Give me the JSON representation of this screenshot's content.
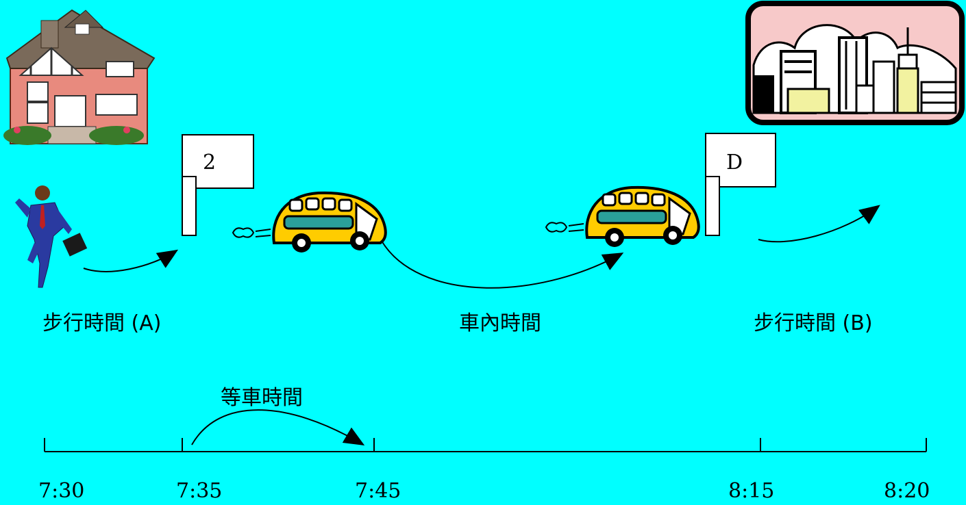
{
  "stop_signs": {
    "origin": "2",
    "destination": "D"
  },
  "labels": {
    "walk_a": "步行時間 (A)",
    "in_vehicle": "車內時間",
    "walk_b": "步行時間 (B)",
    "wait": "等車時間"
  },
  "timeline": {
    "ticks": [
      "7:30",
      "7:35",
      "7:45",
      "8:15",
      "8:20"
    ]
  },
  "icons": [
    "house-icon",
    "city-skyline-icon",
    "walking-businessman-icon",
    "bus-icon",
    "bus-stop-sign-icon",
    "arrow-icon"
  ],
  "colors": {
    "background": "#00ffff",
    "bus": "#ffcc00",
    "city_sky": "#f7c9c9"
  }
}
